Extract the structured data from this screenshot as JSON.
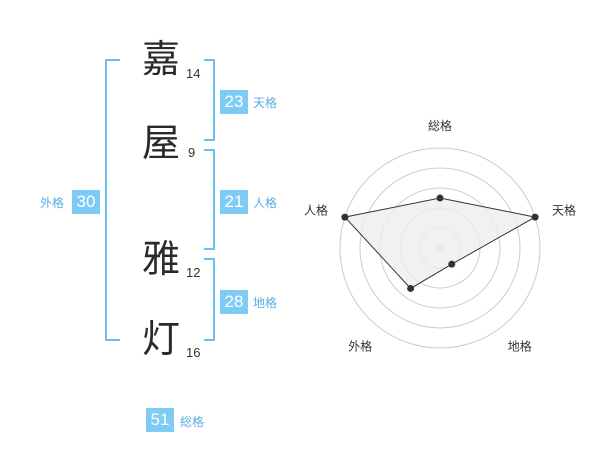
{
  "colors": {
    "accent": "#7ecbf5",
    "bracket": "#6cc0f0",
    "label": "#5aaee0",
    "radar_fill": "#eeeeee",
    "radar_line": "#333333",
    "ring": "#cccccc"
  },
  "name": {
    "chars": [
      {
        "char": "嘉",
        "strokes": "14"
      },
      {
        "char": "屋",
        "strokes": "9"
      },
      {
        "char": "雅",
        "strokes": "12"
      },
      {
        "char": "灯",
        "strokes": "16"
      }
    ]
  },
  "kakusu": {
    "tenkaku": {
      "value": "23",
      "label": "天格"
    },
    "jinkaku": {
      "value": "21",
      "label": "人格"
    },
    "chikaku": {
      "value": "28",
      "label": "地格"
    },
    "gaikaku": {
      "value": "30",
      "label": "外格"
    },
    "soukaku": {
      "value": "51",
      "label": "総格"
    }
  },
  "chart_data": {
    "type": "radar",
    "axes": [
      "総格",
      "天格",
      "地格",
      "外格",
      "人格"
    ],
    "series": [
      {
        "values": [
          2.5,
          5,
          1,
          2.5,
          5
        ]
      }
    ],
    "range": [
      0,
      5
    ],
    "rings": 5,
    "grid": true
  }
}
